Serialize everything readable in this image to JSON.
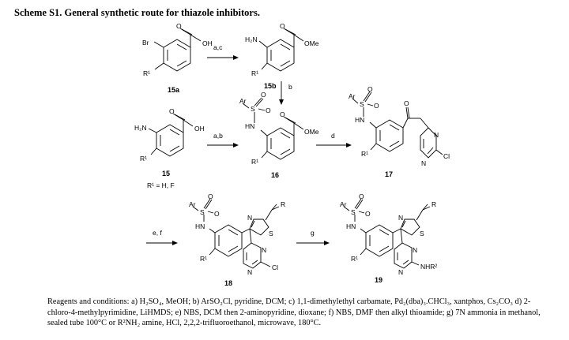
{
  "title": "Scheme S1. General synthetic route for thiazole inhibitors.",
  "compounds": {
    "c15a": "15a",
    "c15b": "15b",
    "c15": "15",
    "c16": "16",
    "c17": "17",
    "c18": "18",
    "c19": "19",
    "r_note": "R¹ = H, F"
  },
  "atoms": {
    "br": "Br",
    "oh": "OH",
    "ome": "OMe",
    "o": "O",
    "h2n": "H₂N",
    "hn": "HN",
    "ar": "Ar",
    "s": "S",
    "n": "N",
    "cl": "Cl",
    "r1": "R¹",
    "r": "R",
    "nhr2": "NHR²"
  },
  "arrows": {
    "a1": "a,c",
    "a2": "b",
    "a3": "a,b",
    "a4": "d",
    "a5": "e, f",
    "a6": "g"
  },
  "conditions": "Reagents and conditions: a) H₂SO₄, MeOH; b) ArSO₂Cl, pyridine, DCM; c) 1,1-dimethylethyl carbamate, Pd₂(dba)₃.CHCl₃, xantphos, Cs₂CO₃ d) 2-chloro-4-methylpyrimidine, LiHMDS; e) NBS, DCM then 2-aminopyridine, dioxane; f) NBS, DMF then alkyl thioamide; g) 7N ammonia in methanol, sealed tube 100°C or R²NH₂ amine, HCl, 2,2,2-trifluoroethanol, microwave, 180°C."
}
